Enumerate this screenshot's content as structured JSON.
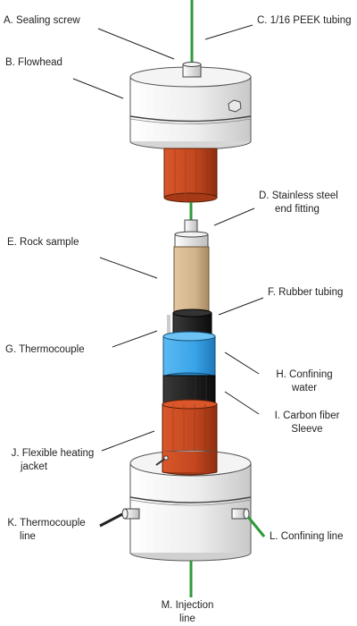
{
  "labels": {
    "a": "A. Sealing screw",
    "b": "B. Flowhead",
    "c": "C. 1/16 PEEK tubing",
    "d_line1": "D. Stainless steel",
    "d_line2": "end fitting",
    "e": "E. Rock sample",
    "f": "F. Rubber tubing",
    "g": "G. Thermocouple",
    "h_line1": "H. Confining",
    "h_line2": "water",
    "i_line1": "I. Carbon fiber",
    "i_line2": "Sleeve",
    "j_line1": "J. Flexible heating",
    "j_line2": "jacket",
    "k_line1": "K. Thermocouple",
    "k_line2": "line",
    "l": "L. Confining line",
    "m_line1": "M. Injection",
    "m_line2": "line"
  },
  "colors": {
    "tubing_green": "#2e9a3a",
    "sleeve_orange": "#c2471f",
    "rock_tan": "#d2b48c",
    "water_blue": "#39a4e8",
    "rubber_black": "#1e1e1e",
    "steel_gray": "#e6e6e6"
  }
}
